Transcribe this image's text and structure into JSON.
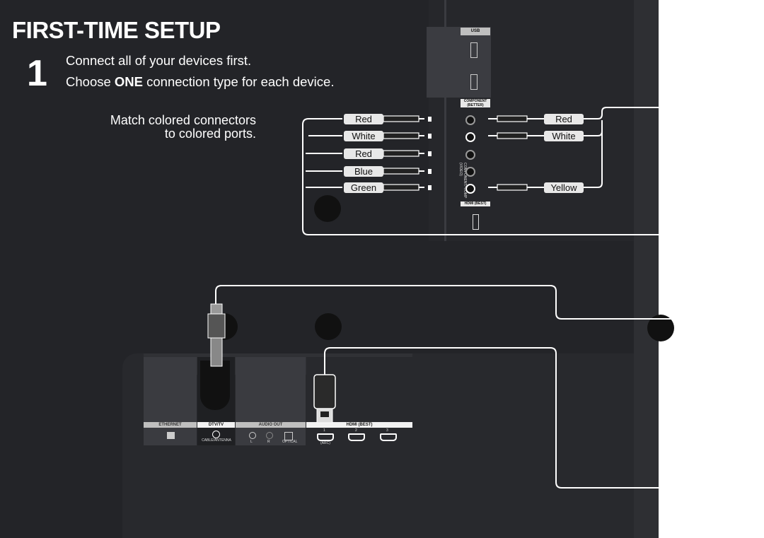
{
  "header": {
    "title": "FIRST-TIME SETUP",
    "step_number": "1",
    "line1": "Connect all of your devices first.",
    "line2_prefix": "Choose ",
    "line2_bold": "ONE",
    "line2_suffix": " connection type for each device.",
    "match_line1": "Match colored connectors",
    "match_line2": "to colored ports."
  },
  "top_panel": {
    "usb_label": "USB",
    "component_label": "COMPONENT (BETTER)",
    "component_side_label": "COMPONENT/ COMP (VIDEO)",
    "hdmi_label": "HDMI (BEST)"
  },
  "left_cables": [
    "Red",
    "White",
    "Red",
    "Blue",
    "Green"
  ],
  "right_cables": [
    "Red",
    "White",
    "Yellow"
  ],
  "bottom_panel": {
    "ethernet_label": "ETHERNET",
    "dtv_label": "DTV/TV",
    "dtv_sub": "CABLE/ANTENNA",
    "audio_label": "AUDIO OUT",
    "audio_l": "L",
    "audio_r": "R",
    "audio_optical": "OPTICAL",
    "hdmi_label": "HDMI (BEST)",
    "hdmi_ports": [
      "1",
      "2",
      "3"
    ],
    "hdmi_arc": "(ARC)"
  },
  "colors": {
    "background": "#232428",
    "panel": "#2b2c30",
    "white_panel": "#ffffff",
    "text": "#ffffff"
  }
}
